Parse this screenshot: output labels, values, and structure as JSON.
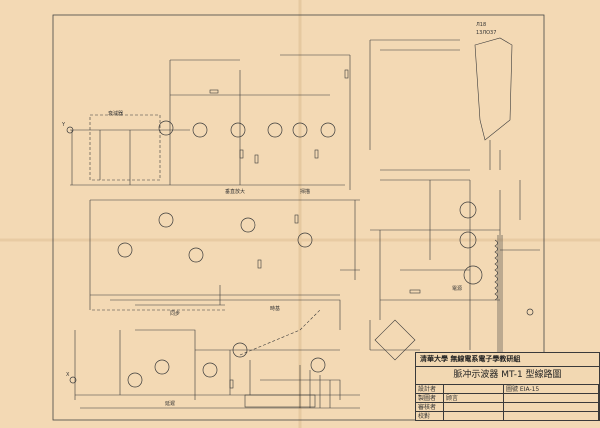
{
  "title_block": {
    "institution": "清華大學  無線電系電子學教研組",
    "drawing_title": "脈冲示波器 MT-1 型線路圖",
    "roles": [
      "設計者",
      "製圖者",
      "審核者",
      "校對"
    ],
    "drafter_name": "顾言 ",
    "drawing_number": "圖號 EIA-15"
  },
  "labels": {
    "crt": "13ЛО37",
    "crt_ref": "Л18",
    "section_input_attenuator": "衰減器",
    "section_vertical_amp": "垂直放大",
    "section_sweep": "掃描",
    "section_sync": "同步",
    "section_time_base": "時基",
    "section_delay": "延遲",
    "section_power": "電源",
    "input_y": "Y",
    "input_x": "X"
  },
  "colors": {
    "paper": "#f3d9b4",
    "ink": "#3a3a3a"
  }
}
